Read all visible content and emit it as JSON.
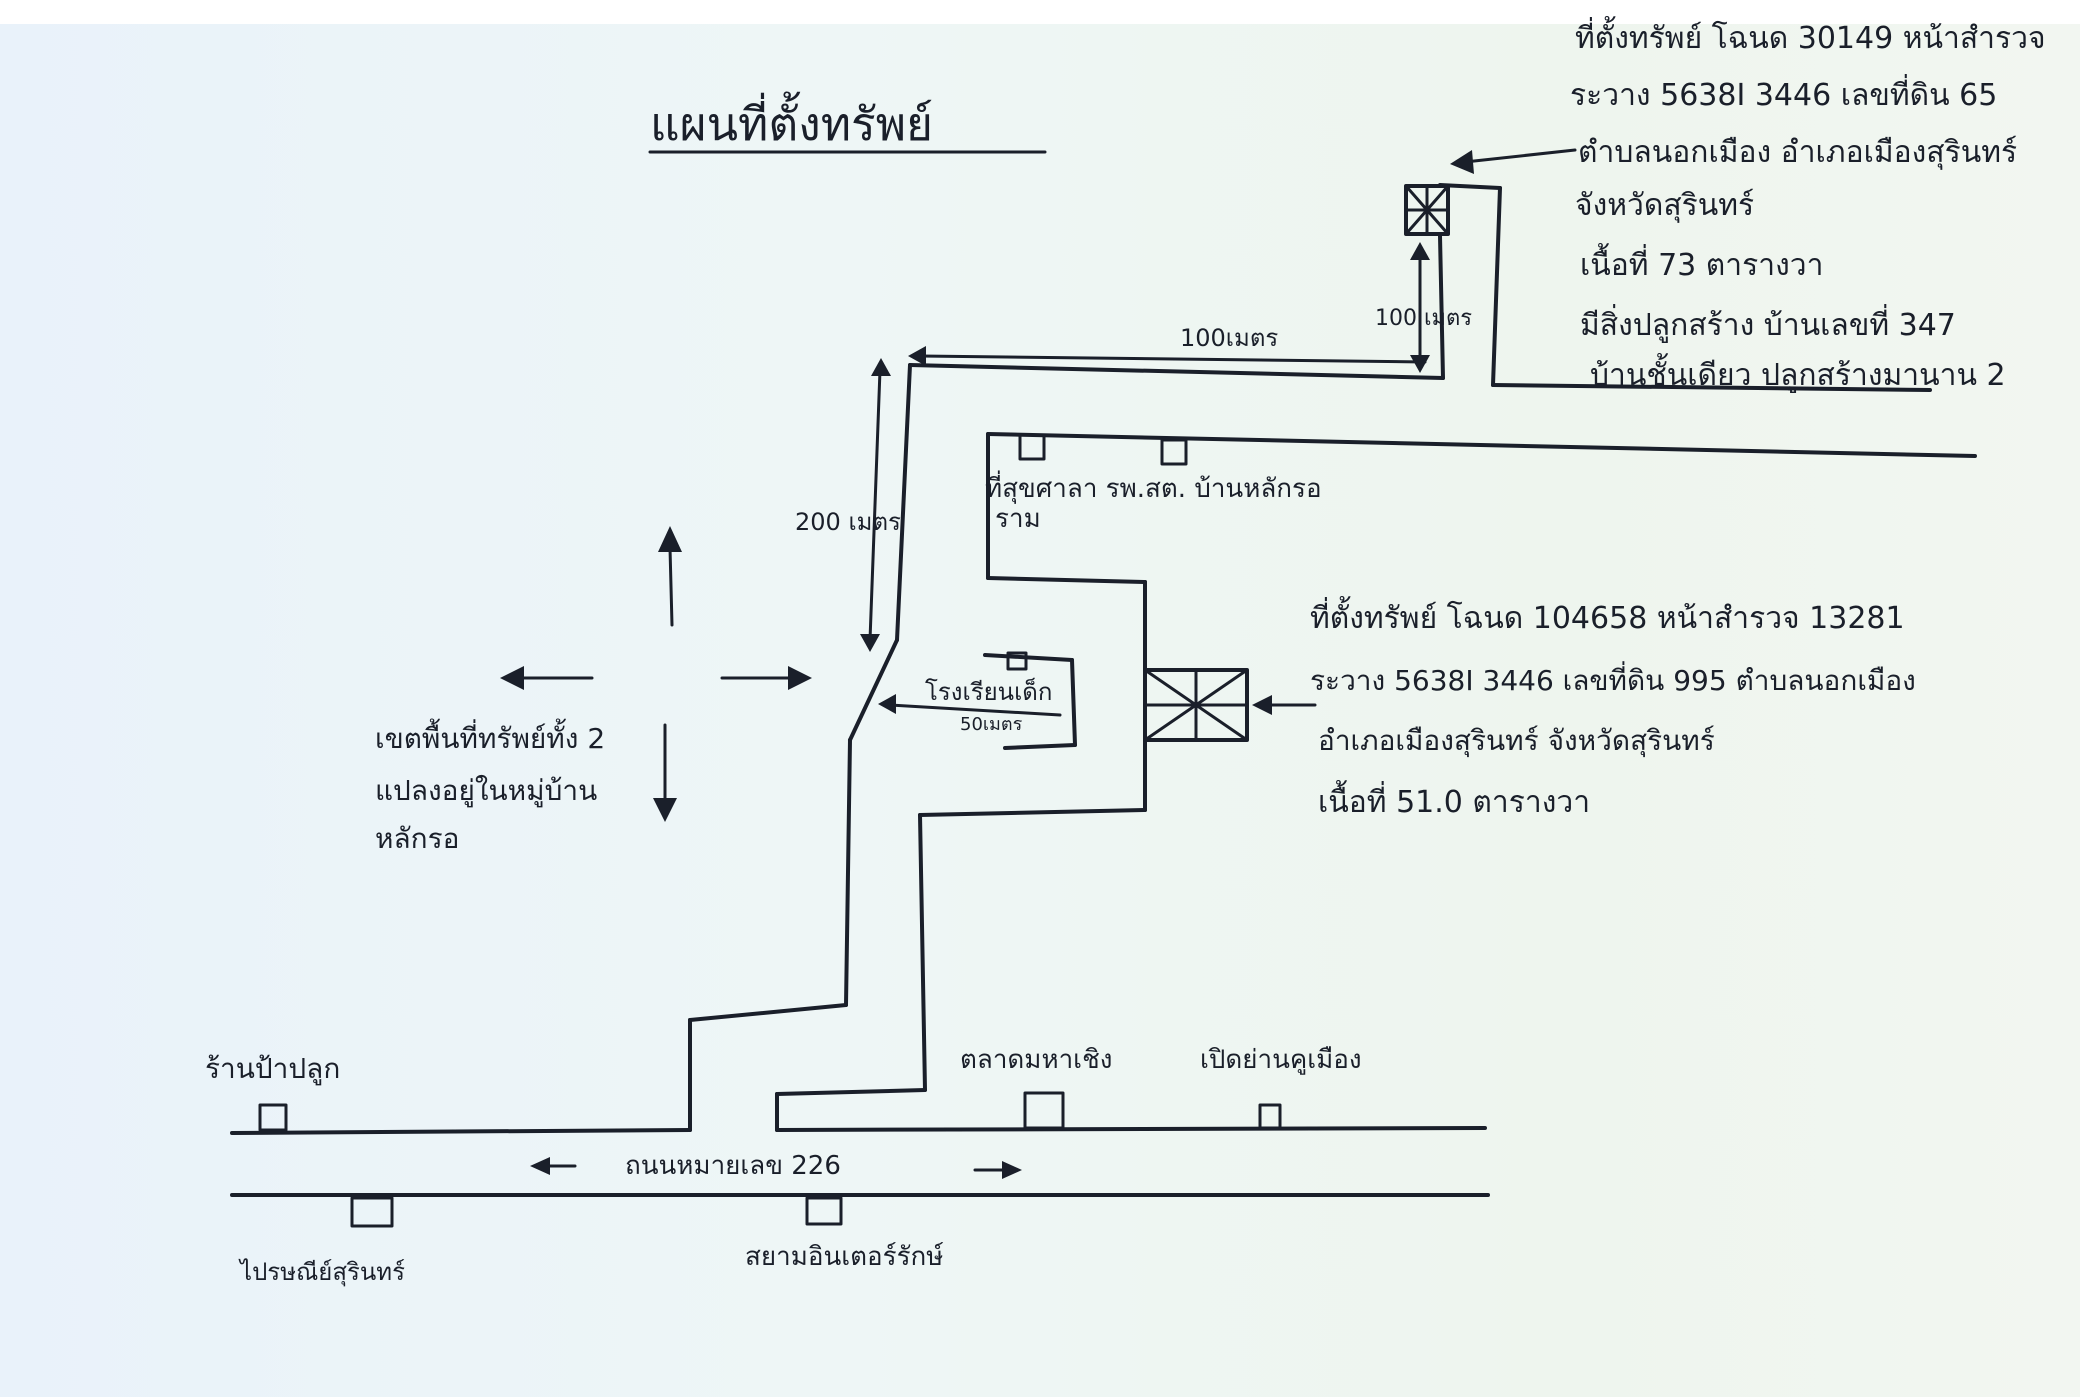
{
  "map": {
    "title": "แผนที่ตั้งทรัพย์",
    "parcel_1": {
      "lines": [
        "ที่ตั้งทรัพย์ โฉนด 30149 หน้าสำรวจ",
        "ระวาง 5638I 3446 เลขที่ดิน 65",
        "ตำบลนอกเมือง อำเภอเมืองสุรินทร์",
        "จังหวัดสุรินทร์",
        "เนื้อที่ 73 ตารางวา",
        "มีสิ่งปลูกสร้าง บ้านเลขที่ 347",
        "บ้านชั้นเดียว ปลูกสร้างมานาน 2"
      ]
    },
    "parcel_2": {
      "lines": [
        "ที่ตั้งทรัพย์ โฉนด 104658 หน้าสำรวจ 13281",
        "ระวาง 5638I 3446 เลขที่ดิน 995 ตำบลนอกเมือง",
        "อำเภอเมืองสุรินทร์ จังหวัดสุรินทร์",
        "เนื้อที่ 51.0 ตารางวา"
      ]
    },
    "distance_labels": {
      "top_road": "100เมตร",
      "vertical_short": "100 เมตร",
      "vertical_long": "200 เมตร",
      "school_distance": "50เมตร"
    },
    "landmarks": {
      "health_center": "ที่สุขศาลา รพ.สต. บ้านหลักรอ",
      "health_center_line2": "ราม",
      "school": "โรงเรียนเด็ก",
      "shop_left": "ร้านป้าปลูก",
      "market": "ตลาดมหาเชิง",
      "kupmueang": "เปิดย่านคูเมือง",
      "post_office": "ไปรษณีย์สุรินทร์",
      "hospital": "สยามอินเตอร์รักษ์"
    },
    "zone_note": [
      "เขตพื้นที่ทรัพย์ทั้ง 2",
      "แปลงอยู่ในหมู่บ้าน",
      "หลักรอ"
    ],
    "road_label": "ถนนหมายเลข 226"
  },
  "colors": {
    "ink": "#1a1f2a",
    "paper": "#eef5f2"
  }
}
